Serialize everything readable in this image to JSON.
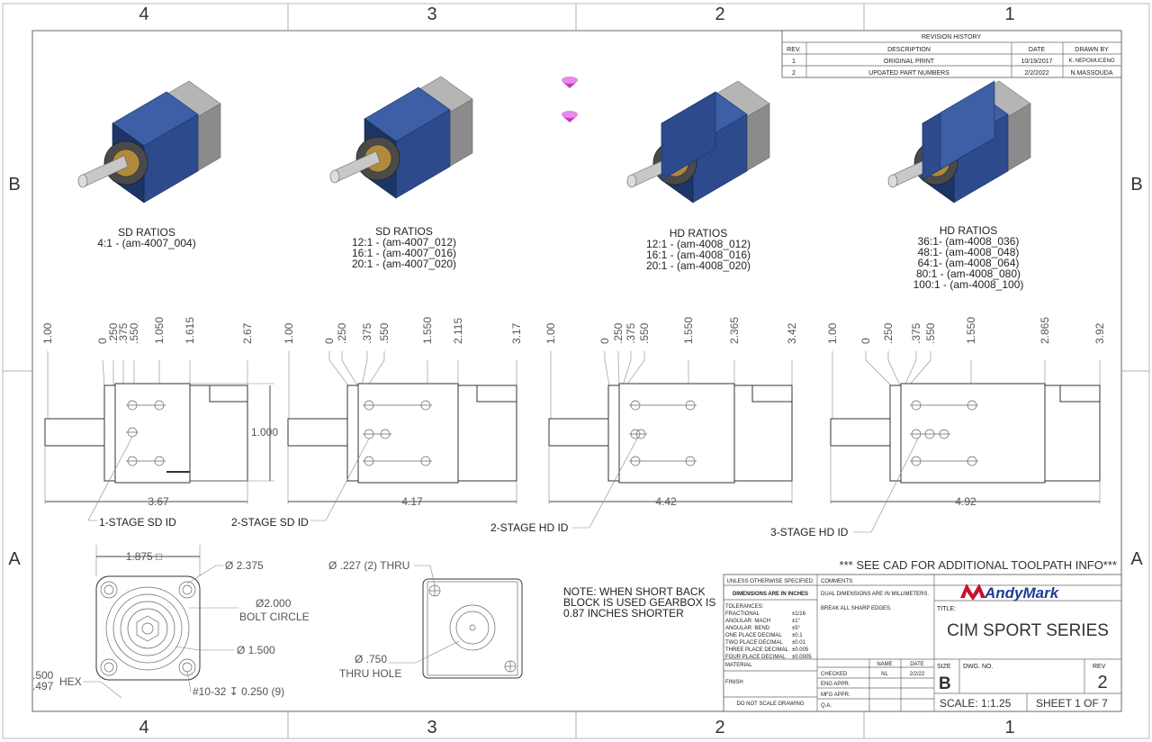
{
  "zones": {
    "top": [
      "4",
      "3",
      "2",
      "1"
    ],
    "bottom": [
      "4",
      "3",
      "2",
      "1"
    ],
    "left": [
      "B",
      "A"
    ],
    "right": [
      "B",
      "A"
    ]
  },
  "revision_history": {
    "title": "REVISION HISTORY",
    "headers": [
      "REV.",
      "DESCRIPTION",
      "DATE",
      "DRAWN BY"
    ],
    "rows": [
      [
        "1",
        "ORIGINAL PRINT",
        "10/19/2017",
        "K. NEPOMUCENO"
      ],
      [
        "2",
        "UPDATED PART NUMBERS",
        "2/2/2022",
        "N.MASSOUDA"
      ]
    ]
  },
  "ratio_groups": [
    {
      "title": "SD RATIOS",
      "lines": [
        "4:1 - (am-4007_004)"
      ]
    },
    {
      "title": "SD RATIOS",
      "lines": [
        "12:1 - (am-4007_012)",
        "16:1 - (am-4007_016)",
        "20:1 - (am-4007_020)"
      ]
    },
    {
      "title": "HD RATIOS",
      "lines": [
        "12:1 - (am-4008_012)",
        "16:1 - (am-4008_016)",
        "20:1 - (am-4008_020)"
      ]
    },
    {
      "title": "HD RATIOS",
      "lines": [
        "36:1- (am-4008_036)",
        "48:1- (am-4008_048)",
        "64:1- (am-4008_064)",
        "80:1 - (am-4008_080)",
        "100:1 - (am-4008_100)"
      ]
    }
  ],
  "side_views": [
    {
      "ticks": [
        "1.00",
        "0",
        ".250",
        ".375",
        ".550",
        "1.050",
        "1.615",
        "2.67"
      ],
      "height": "1.000",
      "length": "3.67",
      "id_label": "1-STAGE SD ID"
    },
    {
      "ticks": [
        "1.00",
        "0",
        ".250",
        ".375",
        ".550",
        "1.550",
        "2.115",
        "3.17"
      ],
      "length": "4.17",
      "id_label": "2-STAGE SD ID"
    },
    {
      "ticks": [
        "1.00",
        "0",
        ".250",
        ".375",
        ".550",
        "1.550",
        "2.365",
        "3.42"
      ],
      "length": "4.42",
      "id_label": "2-STAGE HD ID"
    },
    {
      "ticks": [
        "1.00",
        "0",
        ".250",
        ".375",
        ".550",
        "1.550",
        "2.865",
        "3.92"
      ],
      "length": "4.92",
      "id_label": "3-STAGE HD ID"
    }
  ],
  "front_view": {
    "square": "1.875 □",
    "dia_outer": "Ø 2.375",
    "bolt_circle_dia": "Ø2.000",
    "bolt_circle_label": "BOLT CIRCLE",
    "dia_inner": "Ø 1.500",
    "hex_a": ".500",
    "hex_b": ".497",
    "hex_label": "HEX",
    "thread": "#10-32 ↧ 0.250 (9)"
  },
  "back_view": {
    "thru_holes": "Ø .227 (2) THRU",
    "center_dia": "Ø .750",
    "center_label": "THRU HOLE"
  },
  "note": [
    "NOTE: WHEN SHORT BACK",
    "BLOCK IS USED GEARBOX IS",
    "0.87 INCHES SHORTER"
  ],
  "toolpath_note": "*** SEE CAD FOR ADDITIONAL TOOLPATH INFO***",
  "title_block": {
    "unless": "UNLESS OTHERWISE SPECIFIED:",
    "dims_in": "DIMENSIONS ARE IN INCHES",
    "tolerances": "TOLERANCES:",
    "tol_rows": [
      [
        "FRACTIONAL",
        "±1/16"
      ],
      [
        "ANGULAR: MACH",
        "±1°"
      ],
      [
        "ANGULAR: BEND",
        "±5°"
      ],
      [
        "ONE PLACE DECIMAL",
        "±0.1"
      ],
      [
        "TWO PLACE DECIMAL",
        "±0.01"
      ],
      [
        "THREE PLACE DECIMAL",
        "±0.005"
      ],
      [
        "FOUR PLACE DECIMAL",
        "±0.0005"
      ]
    ],
    "material": "MATERIAL",
    "finish": "FINISH",
    "do_not_scale": "DO NOT SCALE DRAWING",
    "comments": "COMMENTS:",
    "comment_1": "DUAL DIMENSIONS ARE IN MILLIMETERS.",
    "comment_2": "BREAK ALL SHARP EDGES.",
    "name_h": "NAME",
    "date_h": "DATE",
    "checked": "CHECKED",
    "checked_name": "NL",
    "checked_date": "2/2/22",
    "eng_appr": "ENG APPR.",
    "mfg_appr": "MFG APPR.",
    "qa": "Q.A.",
    "brand": "AndyMark",
    "title_label": "TITLE:",
    "title": "CIM SPORT SERIES",
    "size_label": "SIZE",
    "size": "B",
    "dwg_no": "DWG.  NO.",
    "rev_label": "REV",
    "rev": "2",
    "scale": "SCALE: 1:1.25",
    "sheet": "SHEET 1 OF 7"
  },
  "colors": {
    "gearbox_blue": "#2c4a8c",
    "gearbox_dark": "#1d3466",
    "motor_gray": "#8b8b8b",
    "marker": "#cc33cc",
    "brand_red": "#c8102e",
    "brand_blue": "#1c3f94"
  }
}
